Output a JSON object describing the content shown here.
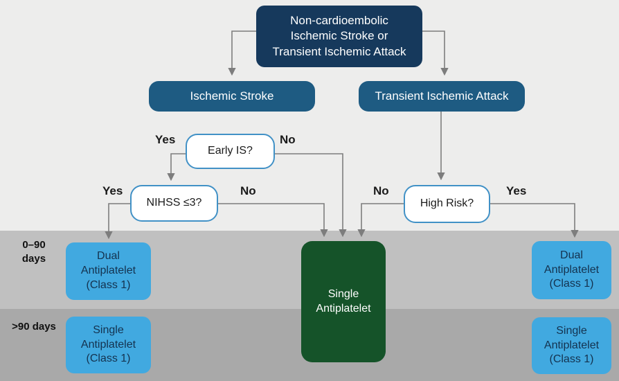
{
  "diagram": {
    "root": {
      "label": "Non-cardioembolic Ischemic Stroke or Transient Ischemic Attack"
    },
    "branches": {
      "ischemic_stroke": {
        "label": "Ischemic Stroke"
      },
      "tia": {
        "label": "Transient Ischemic Attack"
      }
    },
    "decisions": {
      "early_is": {
        "label": "Early IS?",
        "yes": "Yes",
        "no": "No"
      },
      "nihss": {
        "label": "NIHSS ≤3?",
        "yes": "Yes",
        "no": "No"
      },
      "high_risk": {
        "label": "High Risk?",
        "yes": "Yes",
        "no": "No"
      }
    },
    "timeline": {
      "row_early": {
        "label": "0–90 days"
      },
      "row_late": {
        "label": ">90 days"
      }
    },
    "outcomes": {
      "dual_left": {
        "label": "Dual Antiplatelet (Class 1)"
      },
      "single_left": {
        "label": "Single Antiplatelet (Class 1)"
      },
      "single_center": {
        "label": "Single Antiplatelet"
      },
      "dual_right": {
        "label": "Dual Antiplatelet (Class 1)"
      },
      "single_right": {
        "label": "Single Antiplatelet (Class 1)"
      }
    },
    "colors": {
      "background": "#ededec",
      "root_box": "#16395c",
      "stage_box": "#1e5b82",
      "decision_border": "#4191c6",
      "outcome_box": "#41a9e0",
      "outcome_text": "#14324f",
      "green_box": "#155329",
      "band_early": "#c0c0c0",
      "band_late": "#a9a9a9",
      "connector": "#7d7d7d"
    }
  }
}
